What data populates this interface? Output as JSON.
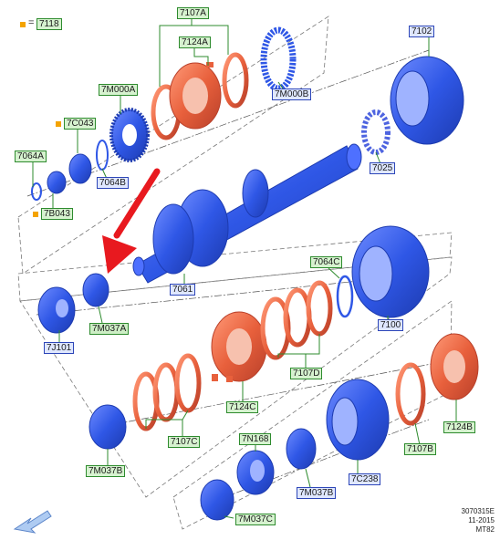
{
  "colors": {
    "blue": "#2f57e6",
    "blue_dark": "#1d3bb0",
    "orange": "#e8603c",
    "orange_dark": "#b9402a",
    "arrow": "#e8191f",
    "label_green_border": "#2e8b2e",
    "label_green_fill": "#d6f2cf",
    "label_blue_border": "#2d46b8",
    "label_blue_fill": "#dfe7ff",
    "marker": "#f4a300"
  },
  "legend": {
    "equals": "=",
    "code": "7118"
  },
  "labels": {
    "7107A": "7107A",
    "7124A": "7124A",
    "7102": "7102",
    "7M000A": "7M000A",
    "7M000B": "7M000B",
    "7C043": "7C043",
    "7064A": "7064A",
    "7064B": "7064B",
    "7B043": "7B043",
    "7025": "7025",
    "7064C": "7064C",
    "7061": "7061",
    "7J101": "7J101",
    "7M037A": "7M037A",
    "7100": "7100",
    "7107D": "7107D",
    "7124C": "7124C",
    "7107C": "7107C",
    "7M037B_left": "7M037B",
    "7N168": "7N168",
    "7M037B_right": "7M037B",
    "7C238": "7C238",
    "7107B": "7107B",
    "7124B": "7124B",
    "7M037C": "7M037C"
  },
  "footer": {
    "ref": "3070315E",
    "date": "11-2015",
    "model": "MT82"
  },
  "icons": {
    "view_arrow": "direction-arrow-icon"
  }
}
